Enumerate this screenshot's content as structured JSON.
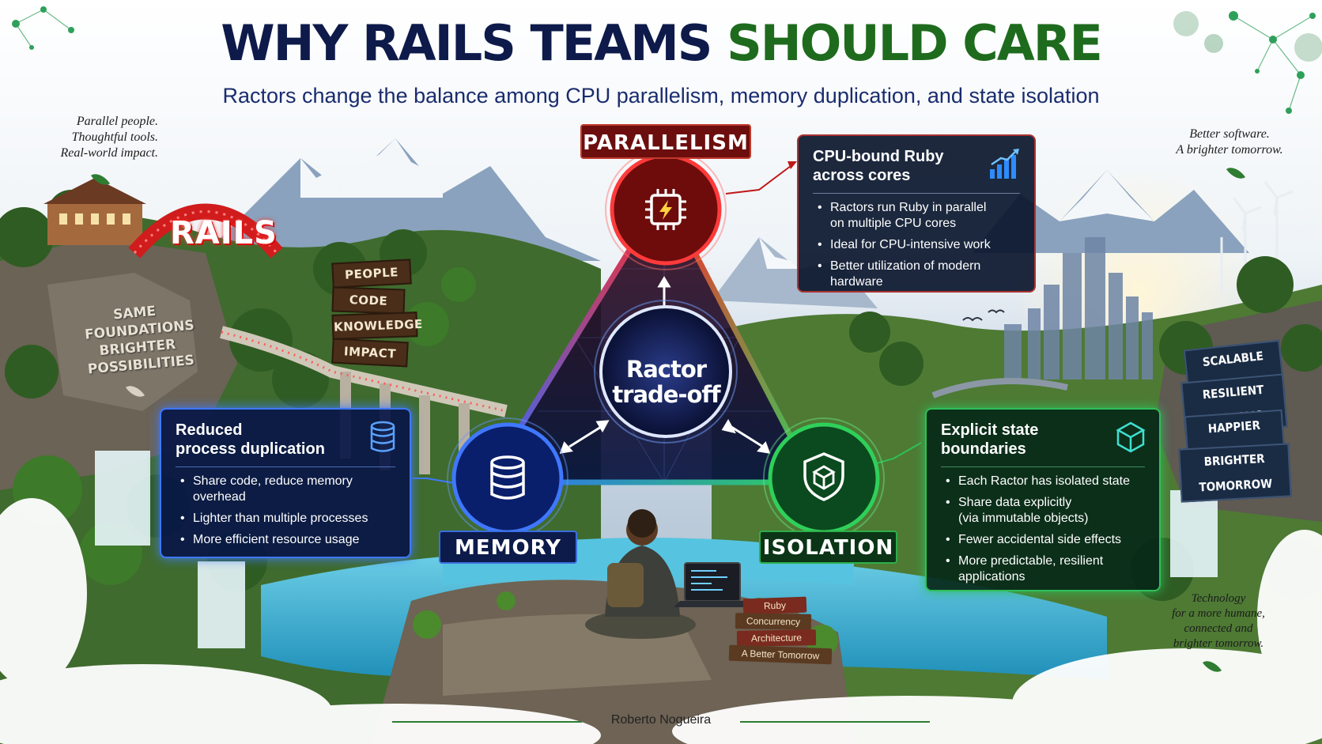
{
  "title": {
    "part1": "WHY RAILS TEAMS",
    "part2": "SHOULD CARE"
  },
  "subtitle": "Ractors change the balance among CPU parallelism, memory duplication, and state isolation",
  "side_notes": {
    "top_left": [
      "Parallel people.",
      "Thoughtful tools.",
      "Real-world impact."
    ],
    "top_right": [
      "Better software.",
      "A brighter tomorrow."
    ],
    "bottom_right": [
      "Technology",
      "for a more humane,",
      "connected and",
      "brighter tomorrow."
    ]
  },
  "rails_logo": "RAILS",
  "rock_text": [
    "SAME",
    "FOUNDATIONS",
    "BRIGHTER",
    "POSSIBILITIES"
  ],
  "left_signs": [
    "PEOPLE",
    "CODE",
    "KNOWLEDGE",
    "IMPACT"
  ],
  "right_signs": [
    "SCALABLE APPS",
    "RESILIENT SYSTEMS",
    "HAPPIER TEAMS",
    "BRIGHTER TOMORROW"
  ],
  "diagram": {
    "parallelism_label": "PARALLELISM",
    "memory_label": "MEMORY",
    "isolation_label": "ISOLATION",
    "center": [
      "Ractor",
      "trade-off"
    ]
  },
  "cards": {
    "cpu": {
      "title": [
        "CPU-bound Ruby",
        "across cores"
      ],
      "items": [
        [
          "Ractors run Ruby in parallel",
          "on multiple CPU cores"
        ],
        [
          "Ideal for CPU-intensive work"
        ],
        [
          "Better utilization of modern",
          "hardware"
        ]
      ]
    },
    "memory": {
      "title": [
        "Reduced",
        "process duplication"
      ],
      "items": [
        [
          "Share code, reduce memory",
          "overhead"
        ],
        [
          "Lighter than multiple processes"
        ],
        [
          "More efficient resource usage"
        ]
      ]
    },
    "isolation": {
      "title": [
        "Explicit state",
        "boundaries"
      ],
      "items": [
        [
          "Each Ractor has isolated state"
        ],
        [
          "Share data explicitly",
          "(via immutable objects)"
        ],
        [
          "Fewer accidental side effects"
        ],
        [
          "More predictable, resilient",
          "applications"
        ]
      ]
    }
  },
  "books": [
    "Ruby",
    "Concurrency",
    "Architecture",
    "A Better Tomorrow"
  ],
  "footer": "Roberto Nogueira",
  "colors": {
    "red": "#e02424",
    "blue": "#2f6bff",
    "green": "#2fd05a",
    "title_navy": "#0d1a4a",
    "title_green": "#1e6b1e"
  }
}
